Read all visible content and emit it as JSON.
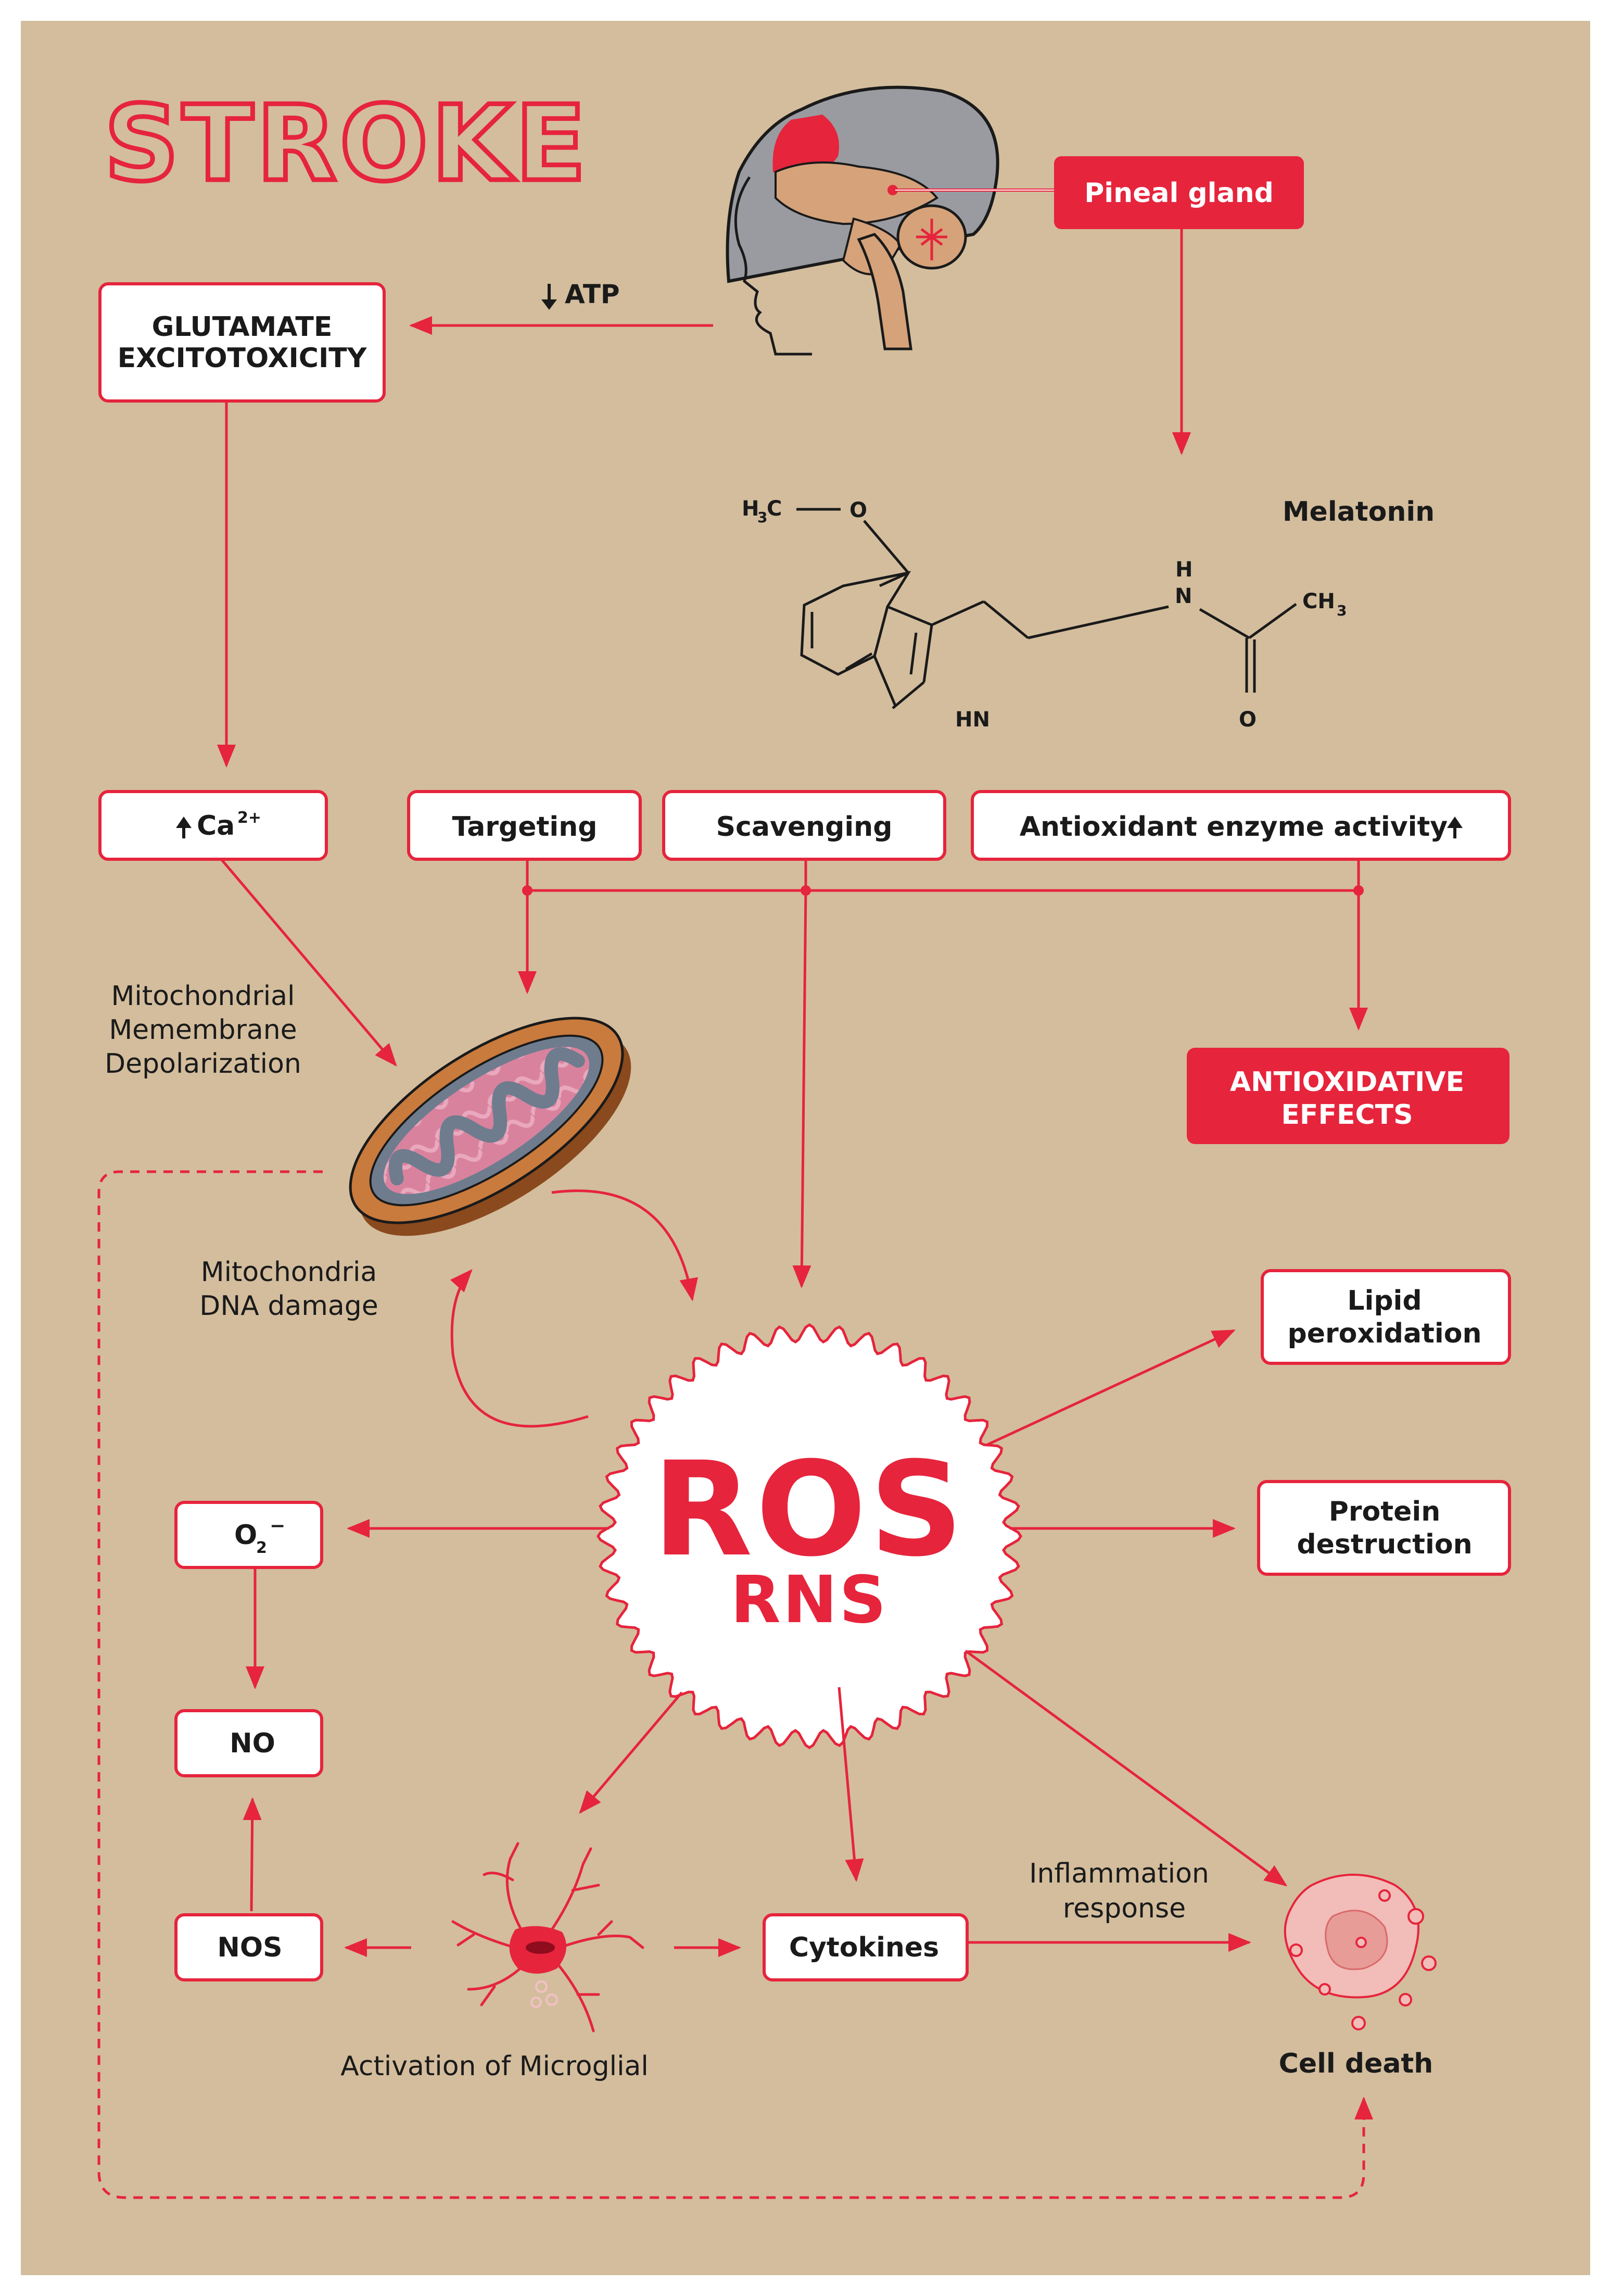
{
  "title": "STROKE",
  "pineal_gland": "Pineal gland",
  "atp": "ATP",
  "glutamate": {
    "line1": "GLUTAMATE",
    "line2": "EXCITOTOXICITY"
  },
  "melatonin": {
    "name": "Melatonin",
    "atoms": {
      "h3c": "H",
      "h3c_sub": "3",
      "h3c_c": "C",
      "o_top": "O",
      "h": "H",
      "n": "N",
      "ch3": "CH",
      "ch3_sub": "3",
      "hn": "HN",
      "o_bottom": "O"
    }
  },
  "ca": {
    "label": "Ca",
    "sup": "2+"
  },
  "targeting": "Targeting",
  "scavenging": "Scavenging",
  "antioxidant_enzyme": "Antioxidant enzyme activity",
  "mito_membrane": {
    "line1": "Mitochondrial",
    "line2": "Memembrane",
    "line3": "Depolarization"
  },
  "antioxidative": {
    "line1": "ANTIOXIDATIVE",
    "line2": "EFFECTS"
  },
  "mito_dna": {
    "line1": "Mitochondria",
    "line2": "DNA damage"
  },
  "lipid": {
    "line1": "Lipid",
    "line2": "peroxidation"
  },
  "ros": "ROS",
  "rns": "RNS",
  "o2": {
    "base": "O",
    "sub": "2",
    "sup": "−"
  },
  "protein": {
    "line1": "Protein",
    "line2": "destruction"
  },
  "no": "NO",
  "nos": "NOS",
  "cytokines": "Cytokines",
  "inflammation": {
    "line1": "Inflammation",
    "line2": "response"
  },
  "microglial": "Activation of Microglial",
  "cell_death": "Cell death",
  "colors": {
    "background": "#d3bd9d",
    "accent": "#e6243c",
    "frame": "#ffffff"
  }
}
